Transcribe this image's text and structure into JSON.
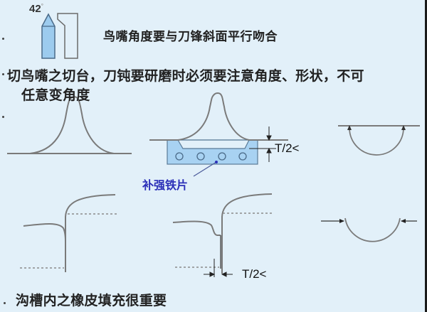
{
  "slide": {
    "title_line": "鸟嘴角度要与刀锋斜面平行吻合",
    "instruction": {
      "line1": "切鸟嘴之切台，刀钝要研磨时必须要注意角度、形状，不可",
      "line2": "任意变角度"
    },
    "bottom_note": "沟槽内之橡皮填充很重要"
  },
  "diagram": {
    "blade_angle": {
      "value": "42",
      "unit": "°"
    },
    "reinforcement_label": "补强铁片",
    "dimension_labels": {
      "top": "T/2<",
      "bottom": "T/2<"
    },
    "reinforcement_holes": 4,
    "colors": {
      "background": "#e2f0f9",
      "blade_fill": "#9ccbee",
      "blade_stroke": "#4a6a88",
      "plate_fill": "#a8d2f2",
      "label_blue": "#2b2fb8",
      "line": "#7a7a7a",
      "dotted": "#8a8a8a"
    }
  }
}
